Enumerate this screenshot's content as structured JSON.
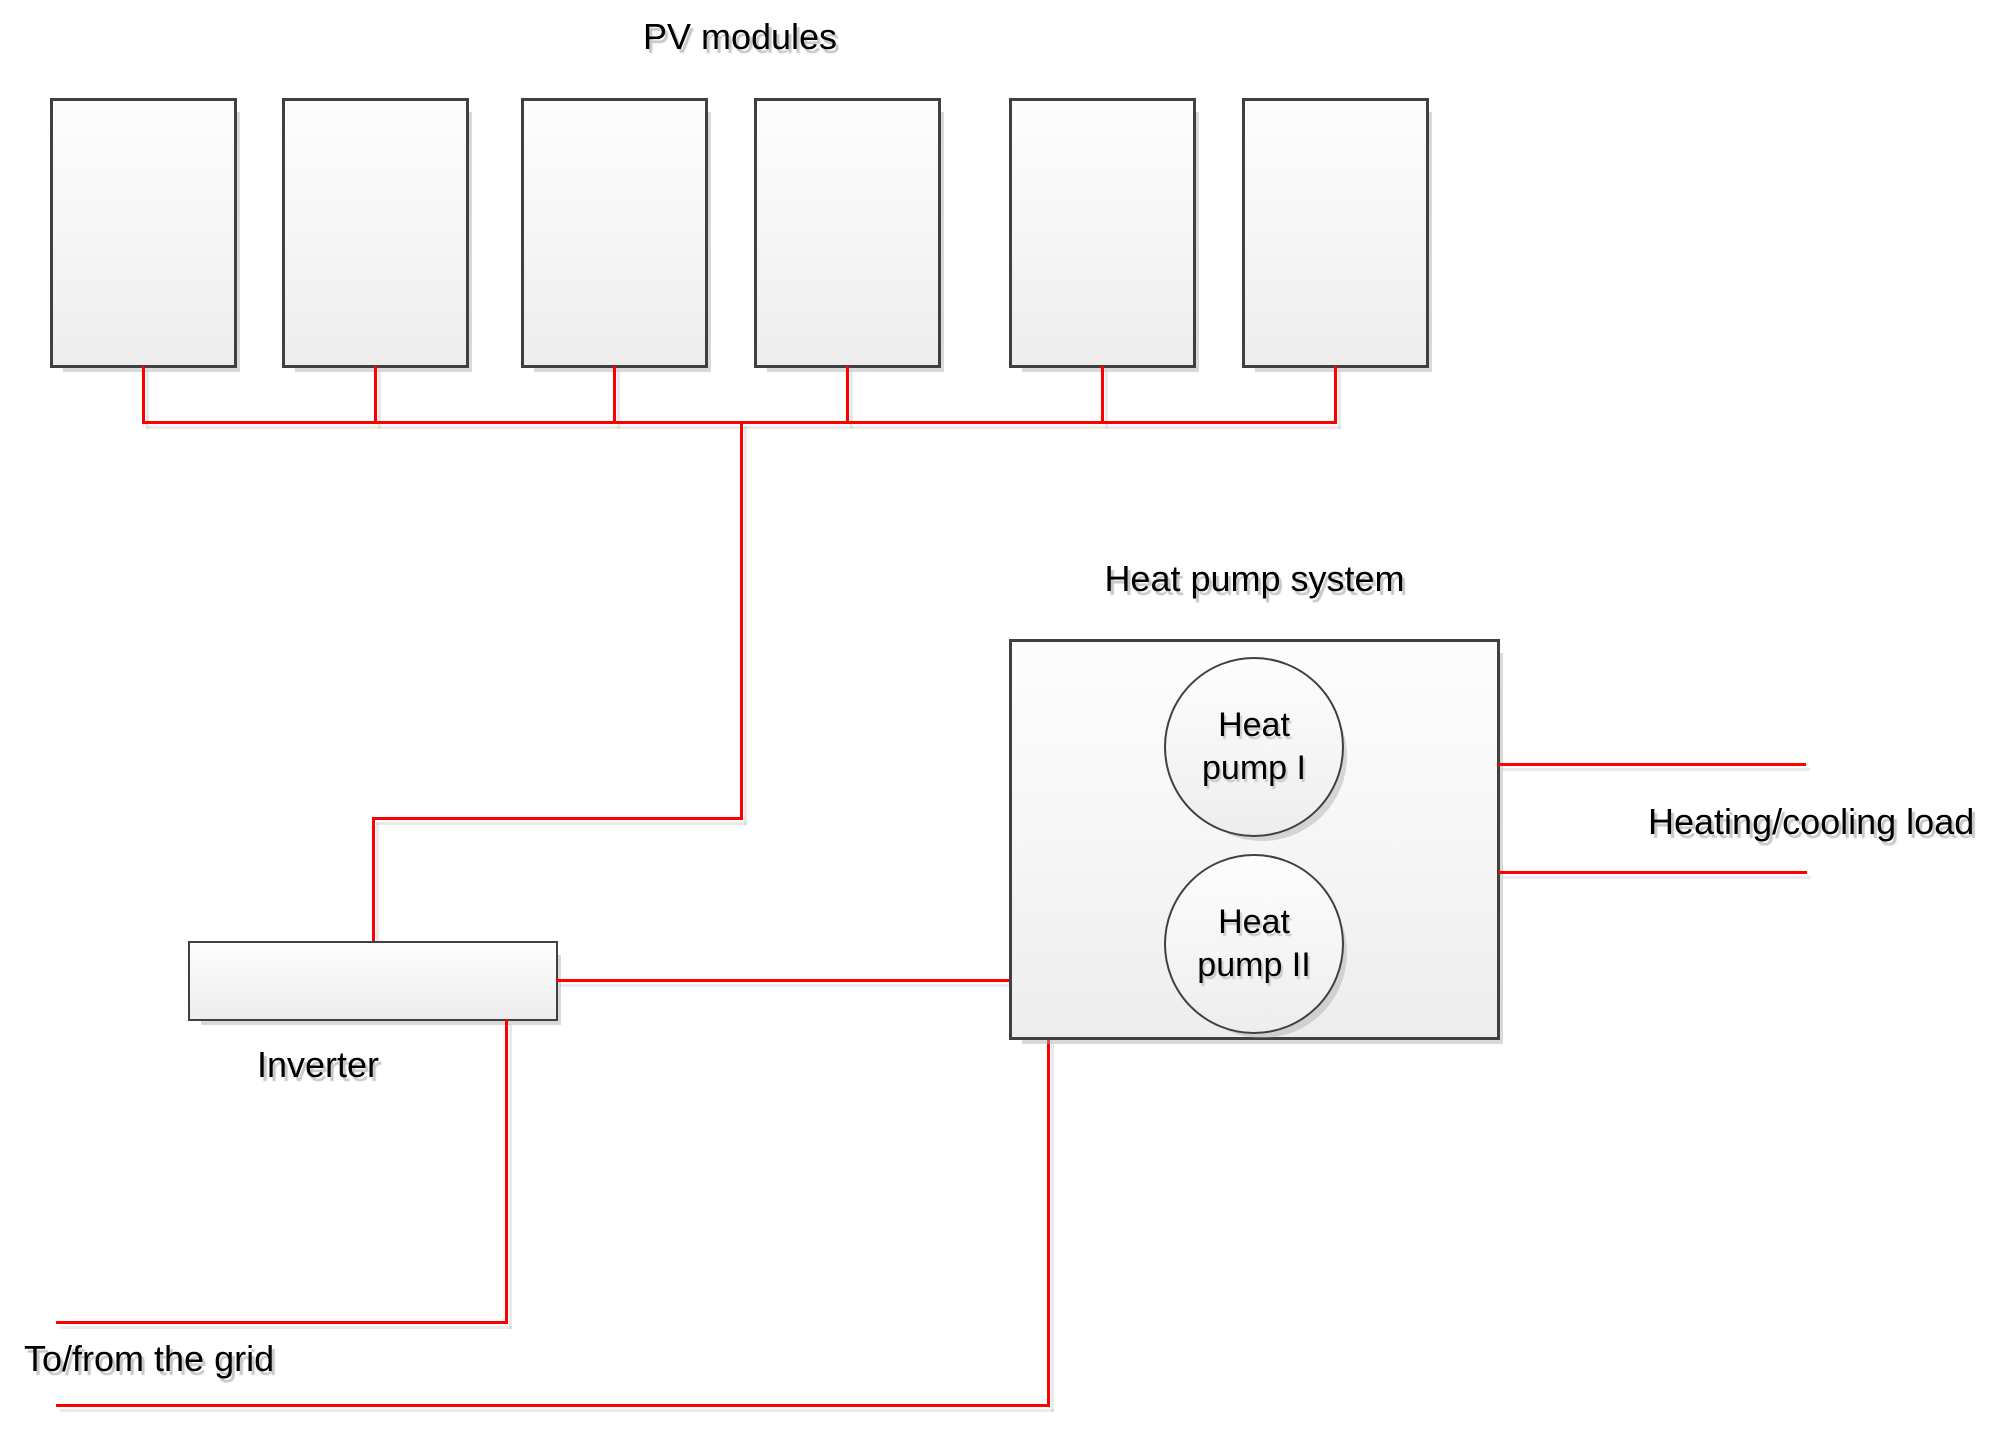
{
  "pv_array": {
    "title": "PV modules",
    "module_count": 6
  },
  "inverter": {
    "label": "Inverter"
  },
  "heat_pump_system": {
    "title": "Heat pump system",
    "units": [
      {
        "label": "Heat pump I"
      },
      {
        "label": "Heat pump II"
      }
    ]
  },
  "connections": {
    "grid_label": "To/from the grid",
    "load_label": "Heating/cooling load"
  },
  "colors": {
    "wire": "#ff0000",
    "shape_border": "#404040"
  }
}
